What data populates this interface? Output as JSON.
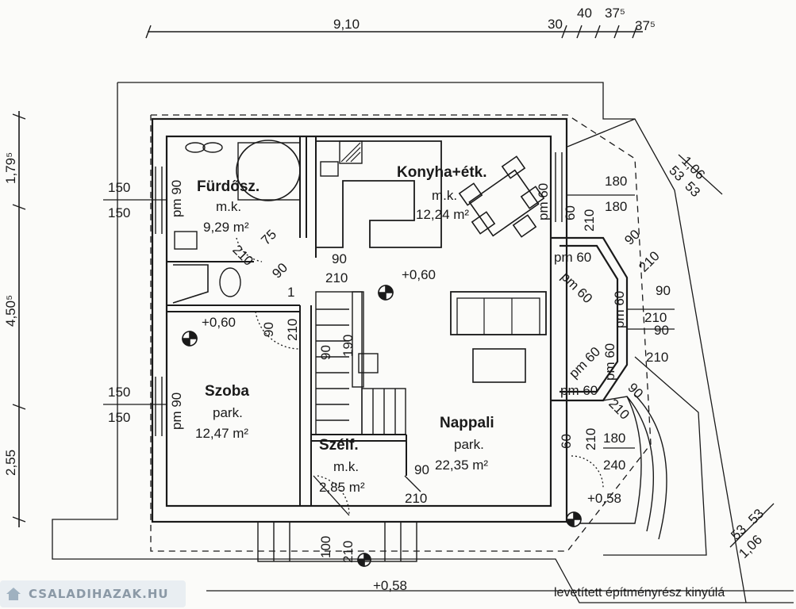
{
  "rooms": {
    "bathroom": {
      "name": "Fürdősz.",
      "floor": "m.k.",
      "area": "9,29 m²"
    },
    "kitchen": {
      "name": "Konyha+étk.",
      "floor": "m.k.",
      "area": "12,24 m²"
    },
    "room": {
      "name": "Szoba",
      "floor": "park.",
      "area": "12,47 m²"
    },
    "living": {
      "name": "Nappali",
      "floor": "park.",
      "area": "22,35 m²"
    },
    "wind": {
      "name": "Szélf.",
      "floor": "m.k.",
      "area": "2,85 m²"
    }
  },
  "levels": {
    "center": "+0,60",
    "room": "+0,60",
    "entrance": "+0,58",
    "terrace": "+0,58"
  },
  "dims_top": {
    "main": "9,10",
    "d30": "30",
    "d40": "40",
    "d375a": "37⁵",
    "d375b": "37⁵"
  },
  "dims_left": {
    "d1795": "1,79⁵",
    "d4505": "4,50⁵",
    "d255": "2,55"
  },
  "dims_windows": {
    "w150a": "150",
    "w150b": "150",
    "w150c": "150",
    "w150d": "150",
    "w180a": "180",
    "w180b": "180",
    "w180c": "180",
    "w210a": "210",
    "w210b": "210",
    "w210c": "210",
    "w210d": "210",
    "w90a": "90",
    "w90b": "90",
    "w240": "240",
    "d106a": "1,06",
    "d53a": "53",
    "d53b": "53",
    "d106b": "1,06",
    "d53c": "53",
    "d53d": "53"
  },
  "dims_doors": {
    "pm90a": "pm 90",
    "pm90b": "pm 90",
    "pm60k": "pm 60",
    "d60k": "60",
    "pm60a": "pm 60",
    "pm60b": "pm 60",
    "pm60c": "pm 60",
    "pm60d": "pm 60",
    "pm60e": "pm 60",
    "pm60f": "pm 60",
    "dd90a": "90",
    "dd210a": "210",
    "dd75": "75",
    "dd90b": "90",
    "dd210b": "210",
    "dd1": "1",
    "dd90c": "90",
    "dd210c": "210",
    "dd90d": "90",
    "dd190": "190",
    "dd90e": "90",
    "dd210e": "210",
    "dd60": "60",
    "dd210f": "210",
    "dd100": "100",
    "dd210g": "210",
    "dd90g": "90",
    "dd210h": "210",
    "dd90h": "90"
  },
  "note": "levetített építményrész kinyúlá",
  "watermark": "CSALADIHAZAK.HU"
}
